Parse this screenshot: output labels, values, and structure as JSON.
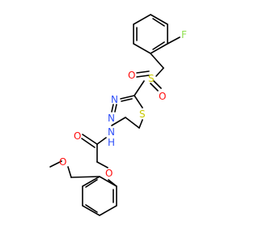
{
  "molecule": {
    "atoms": {
      "fluorine": "F",
      "sulfonyl_sulfur": "S",
      "sulfonyl_oxygen_1": "O",
      "sulfonyl_oxygen_2": "O",
      "ring_nitrogen_1": "N",
      "ring_nitrogen_2": "N",
      "ring_sulfur": "S",
      "amide_nitrogen": "N",
      "amide_hydrogen": "H",
      "carbonyl_oxygen": "O",
      "ether_oxygen": "O",
      "methoxy_oxygen": "O"
    },
    "colors": {
      "bond": "#000000",
      "fluorine": "#90e050",
      "sulfur": "#c8c800",
      "oxygen": "#ff0d0d",
      "nitrogen": "#3050f8",
      "background": "#ffffff"
    }
  }
}
